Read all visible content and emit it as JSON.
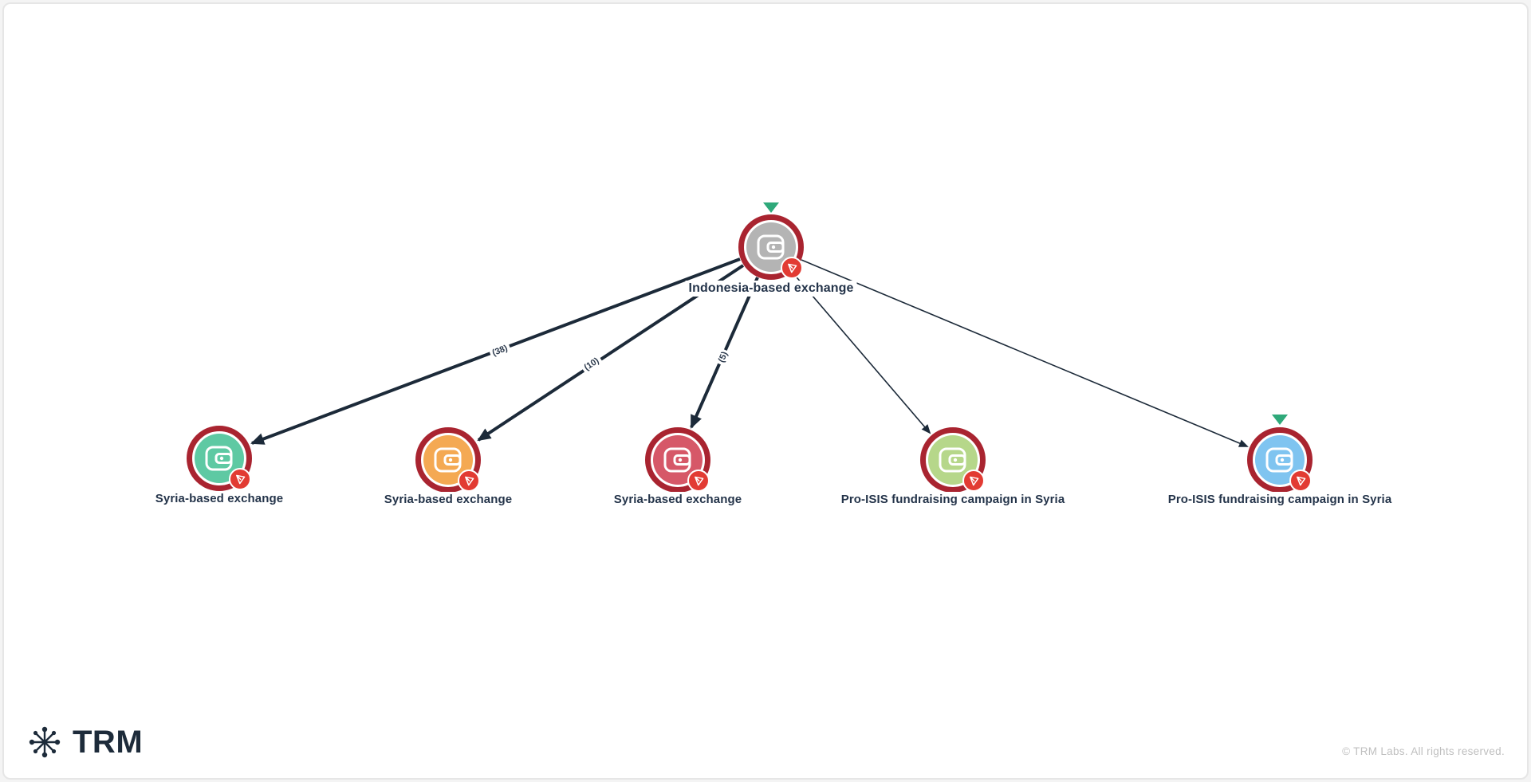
{
  "app": {
    "brand": "TRM",
    "copyright": "© TRM Labs. All rights reserved."
  },
  "graph": {
    "colors": {
      "ring": "#a92430",
      "badge_red": "#e23b33",
      "edge": "#1c2a39",
      "flag_green": "#2fa97a",
      "label_text": "#24344a"
    },
    "root": {
      "label": "Indonesia-based exchange",
      "color": "#b4b4b4",
      "icon": "wallet",
      "badge": "tron",
      "has_flag": true
    },
    "nodes": [
      {
        "label": "Syria-based exchange",
        "color": "#5ec9a3",
        "icon": "wallet",
        "badge": "tron",
        "has_flag": false
      },
      {
        "label": "Syria-based exchange",
        "color": "#f4a953",
        "icon": "wallet",
        "badge": "tron",
        "has_flag": false
      },
      {
        "label": "Syria-based exchange",
        "color": "#d65868",
        "icon": "wallet",
        "badge": "tron",
        "has_flag": false
      },
      {
        "label": "Pro-ISIS fundraising campaign in Syria",
        "color": "#b6d78a",
        "icon": "wallet",
        "badge": "tron",
        "has_flag": false
      },
      {
        "label": "Pro-ISIS fundraising campaign in Syria",
        "color": "#7fc4f0",
        "icon": "wallet",
        "badge": "tron",
        "has_flag": true
      }
    ],
    "edges": [
      {
        "to": 0,
        "label": "(38)",
        "count": 38,
        "weight": "thick"
      },
      {
        "to": 1,
        "label": "(10)",
        "count": 10,
        "weight": "thick"
      },
      {
        "to": 2,
        "label": "(5)",
        "count": 5,
        "weight": "thick"
      },
      {
        "to": 3,
        "label": "",
        "weight": "thin"
      },
      {
        "to": 4,
        "label": "",
        "weight": "thin"
      }
    ]
  }
}
